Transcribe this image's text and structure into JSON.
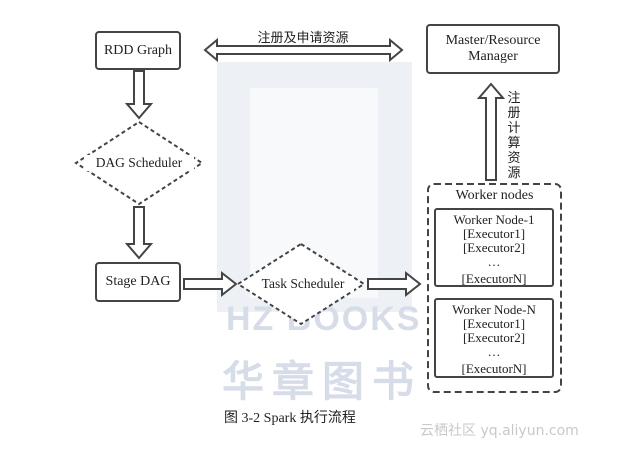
{
  "diagram": {
    "nodes": {
      "rdd_graph": "RDD Graph",
      "dag_scheduler": "DAG Scheduler",
      "stage_dag": "Stage DAG",
      "task_scheduler": "Task Scheduler",
      "master_resource_manager": {
        "line1": "Master/Resource",
        "line2": "Manager"
      },
      "worker_nodes": {
        "title": "Worker nodes",
        "node1": {
          "title": "Worker Node-1",
          "executors": [
            "[Executor1]",
            "[Executor2]"
          ],
          "ellipsis": "…",
          "last": "[ExecutorN]"
        },
        "nodeN": {
          "title": "Worker Node-N",
          "executors": [
            "[Executor1]",
            "[Executor2]"
          ],
          "ellipsis": "…",
          "last": "[ExecutorN]"
        }
      }
    },
    "edges": {
      "register_request_resources": "注册及申请资源",
      "register_compute_resources": "注册计算资源"
    },
    "caption": "图 3-2    Spark 执行流程"
  },
  "watermarks": {
    "publisher_latin": "HZ BOOKS",
    "publisher_cn": "华章图书",
    "site": "云栖社区 yq.aliyun.com"
  },
  "colors": {
    "stroke": "#444444",
    "watermark": "#d7dde8"
  }
}
